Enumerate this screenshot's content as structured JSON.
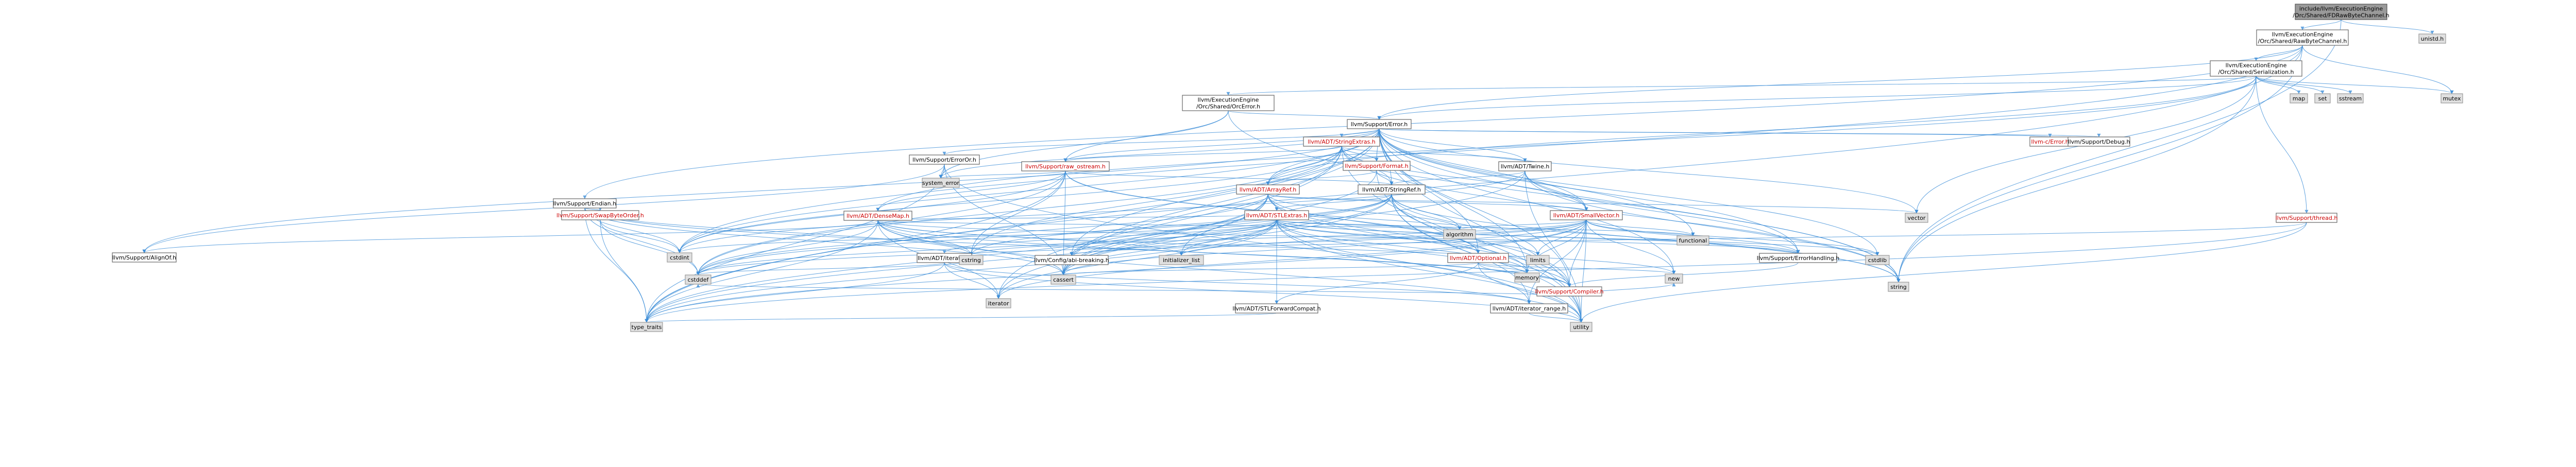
{
  "nodes": [
    {
      "id": "root",
      "lines": [
        "include/llvm/ExecutionEngine",
        "/Orc/Shared/FDRawByteChannel.h"
      ],
      "kind": "root"
    },
    {
      "id": "rbc",
      "lines": [
        "llvm/ExecutionEngine",
        "/Orc/Shared/RawByteChannel.h"
      ],
      "kind": "hdr"
    },
    {
      "id": "unistd",
      "lines": [
        "unistd.h"
      ],
      "kind": "std"
    },
    {
      "id": "ser",
      "lines": [
        "llvm/ExecutionEngine",
        "/Orc/Shared/Serialization.h"
      ],
      "kind": "hdr"
    },
    {
      "id": "orcerr",
      "lines": [
        "llvm/ExecutionEngine",
        "/Orc/Shared/OrcError.h"
      ],
      "kind": "hdr"
    },
    {
      "id": "map",
      "lines": [
        "map"
      ],
      "kind": "std"
    },
    {
      "id": "set",
      "lines": [
        "set"
      ],
      "kind": "std"
    },
    {
      "id": "sstream",
      "lines": [
        "sstream"
      ],
      "kind": "std"
    },
    {
      "id": "mutex",
      "lines": [
        "mutex"
      ],
      "kind": "std"
    },
    {
      "id": "error",
      "lines": [
        "llvm/Support/Error.h"
      ],
      "kind": "hdr"
    },
    {
      "id": "stringextras",
      "lines": [
        "llvm/ADT/StringExtras.h"
      ],
      "kind": "hdr red"
    },
    {
      "id": "cerror",
      "lines": [
        "llvm-c/Error.h"
      ],
      "kind": "hdr red"
    },
    {
      "id": "debug",
      "lines": [
        "llvm/Support/Debug.h"
      ],
      "kind": "hdr"
    },
    {
      "id": "erroror",
      "lines": [
        "llvm/Support/ErrorOr.h"
      ],
      "kind": "hdr"
    },
    {
      "id": "rawostream",
      "lines": [
        "llvm/Support/raw_ostream.h"
      ],
      "kind": "hdr red"
    },
    {
      "id": "format",
      "lines": [
        "llvm/Support/Format.h"
      ],
      "kind": "hdr red"
    },
    {
      "id": "twine",
      "lines": [
        "llvm/ADT/Twine.h"
      ],
      "kind": "hdr"
    },
    {
      "id": "endian",
      "lines": [
        "llvm/Support/Endian.h"
      ],
      "kind": "hdr"
    },
    {
      "id": "sysvariant",
      "lines": [
        "system_error"
      ],
      "kind": "std"
    },
    {
      "id": "arrayref",
      "lines": [
        "llvm/ADT/ArrayRef.h"
      ],
      "kind": "hdr red"
    },
    {
      "id": "stringref",
      "lines": [
        "llvm/ADT/StringRef.h"
      ],
      "kind": "hdr"
    },
    {
      "id": "smallvector",
      "lines": [
        "llvm/ADT/SmallVector.h"
      ],
      "kind": "hdr red"
    },
    {
      "id": "threadh",
      "lines": [
        "llvm/Support/thread.h"
      ],
      "kind": "hdr red"
    },
    {
      "id": "vector",
      "lines": [
        "vector"
      ],
      "kind": "std"
    },
    {
      "id": "swapbyte",
      "lines": [
        "llvm/Support/SwapByteOrder.h"
      ],
      "kind": "hdr red"
    },
    {
      "id": "densemap",
      "lines": [
        "llvm/ADT/DenseMap.h"
      ],
      "kind": "hdr red"
    },
    {
      "id": "stlextras",
      "lines": [
        "llvm/ADT/STLExtras.h"
      ],
      "kind": "hdr red"
    },
    {
      "id": "alignof",
      "lines": [
        "llvm/Support/AlignOf.h"
      ],
      "kind": "hdr"
    },
    {
      "id": "iteratorh",
      "lines": [
        "llvm/ADT/iterator.h"
      ],
      "kind": "hdr"
    },
    {
      "id": "optional",
      "lines": [
        "llvm/ADT/Optional.h"
      ],
      "kind": "hdr red"
    },
    {
      "id": "errhandling",
      "lines": [
        "llvm/Support/ErrorHandling.h"
      ],
      "kind": "hdr"
    },
    {
      "id": "cstdint",
      "lines": [
        "cstdint"
      ],
      "kind": "std"
    },
    {
      "id": "cstring",
      "lines": [
        "cstring"
      ],
      "kind": "std"
    },
    {
      "id": "cfgbrk",
      "lines": [
        "llvm/Config/abi-breaking.h"
      ],
      "kind": "hdr"
    },
    {
      "id": "initlist",
      "lines": [
        "initializer_list"
      ],
      "kind": "std"
    },
    {
      "id": "algorithm",
      "lines": [
        "algorithm"
      ],
      "kind": "std"
    },
    {
      "id": "limits",
      "lines": [
        "limits"
      ],
      "kind": "std"
    },
    {
      "id": "functional",
      "lines": [
        "functional"
      ],
      "kind": "std"
    },
    {
      "id": "cstdlib",
      "lines": [
        "cstdlib"
      ],
      "kind": "std"
    },
    {
      "id": "stlfwd",
      "lines": [
        "llvm/ADT/STLForwardCompat.h"
      ],
      "kind": "hdr"
    },
    {
      "id": "iterrange",
      "lines": [
        "llvm/ADT/iterator_range.h"
      ],
      "kind": "hdr"
    },
    {
      "id": "compiler",
      "lines": [
        "llvm/Support/Compiler.h"
      ],
      "kind": "hdr red"
    },
    {
      "id": "memory",
      "lines": [
        "memory"
      ],
      "kind": "std"
    },
    {
      "id": "new",
      "lines": [
        "new"
      ],
      "kind": "std"
    },
    {
      "id": "string",
      "lines": [
        "string"
      ],
      "kind": "std"
    },
    {
      "id": "cstddef",
      "lines": [
        "cstddef"
      ],
      "kind": "std"
    },
    {
      "id": "cassert",
      "lines": [
        "cassert"
      ],
      "kind": "std"
    },
    {
      "id": "iterator",
      "lines": [
        "iterator"
      ],
      "kind": "std"
    },
    {
      "id": "typetraits",
      "lines": [
        "type_traits"
      ],
      "kind": "std"
    },
    {
      "id": "utility",
      "lines": [
        "utility"
      ],
      "kind": "std"
    }
  ],
  "edges": [
    [
      "root",
      "rbc"
    ],
    [
      "root",
      "unistd"
    ],
    [
      "root",
      "string"
    ],
    [
      "rbc",
      "ser"
    ],
    [
      "rbc",
      "error"
    ],
    [
      "rbc",
      "endian"
    ],
    [
      "rbc",
      "cstdint"
    ],
    [
      "rbc",
      "mutex"
    ],
    [
      "rbc",
      "string"
    ],
    [
      "rbc",
      "typetraits"
    ],
    [
      "ser",
      "orcerr"
    ],
    [
      "ser",
      "map"
    ],
    [
      "ser",
      "set"
    ],
    [
      "ser",
      "sstream"
    ],
    [
      "ser",
      "mutex"
    ],
    [
      "ser",
      "vector"
    ],
    [
      "ser",
      "threadh"
    ],
    [
      "ser",
      "arrayref"
    ],
    [
      "ser",
      "error"
    ],
    [
      "ser",
      "string"
    ],
    [
      "ser",
      "densemap"
    ],
    [
      "orcerr",
      "error"
    ],
    [
      "orcerr",
      "rawostream"
    ],
    [
      "orcerr",
      "string"
    ],
    [
      "orcerr",
      "sysvariant"
    ],
    [
      "error",
      "stringextras"
    ],
    [
      "error",
      "cerror"
    ],
    [
      "error",
      "debug"
    ],
    [
      "error",
      "erroror"
    ],
    [
      "error",
      "rawostream"
    ],
    [
      "error",
      "format"
    ],
    [
      "error",
      "twine"
    ],
    [
      "error",
      "stringref"
    ],
    [
      "error",
      "smallvector"
    ],
    [
      "error",
      "errhandling"
    ],
    [
      "error",
      "alignof"
    ],
    [
      "error",
      "compiler"
    ],
    [
      "error",
      "cassert"
    ],
    [
      "error",
      "cstdint"
    ],
    [
      "error",
      "cstdlib"
    ],
    [
      "error",
      "functional"
    ],
    [
      "error",
      "memory"
    ],
    [
      "error",
      "new"
    ],
    [
      "error",
      "string"
    ],
    [
      "error",
      "sysvariant"
    ],
    [
      "error",
      "typetraits"
    ],
    [
      "error",
      "utility"
    ],
    [
      "error",
      "vector"
    ],
    [
      "error",
      "cfgbrk"
    ],
    [
      "error",
      "arrayref"
    ],
    [
      "error",
      "optional"
    ],
    [
      "stringextras",
      "arrayref"
    ],
    [
      "stringextras",
      "smallvector"
    ],
    [
      "stringextras",
      "stringref"
    ],
    [
      "stringextras",
      "twine"
    ],
    [
      "stringextras",
      "iterator"
    ],
    [
      "stringextras",
      "string"
    ],
    [
      "stringextras",
      "utility"
    ],
    [
      "stringextras",
      "cstdint"
    ],
    [
      "stringextras",
      "cstddef"
    ],
    [
      "stringextras",
      "cassert"
    ],
    [
      "stringextras",
      "cstring"
    ],
    [
      "stringextras",
      "format"
    ],
    [
      "stringextras",
      "rawostream"
    ],
    [
      "erroror",
      "alignof"
    ],
    [
      "erroror",
      "cassert"
    ],
    [
      "erroror",
      "sysvariant"
    ],
    [
      "erroror",
      "typetraits"
    ],
    [
      "erroror",
      "utility"
    ],
    [
      "rawostream",
      "stringref"
    ],
    [
      "rawostream",
      "cassert"
    ],
    [
      "rawostream",
      "cstddef"
    ],
    [
      "rawostream",
      "cstdint"
    ],
    [
      "rawostream",
      "cstring"
    ],
    [
      "rawostream",
      "string"
    ],
    [
      "rawostream",
      "sysvariant"
    ],
    [
      "rawostream",
      "typetraits"
    ],
    [
      "rawostream",
      "optional"
    ],
    [
      "rawostream",
      "densemap"
    ],
    [
      "format",
      "arrayref"
    ],
    [
      "format",
      "stringref"
    ],
    [
      "format",
      "cassert"
    ],
    [
      "format",
      "cstdio"
    ],
    [
      "format",
      "tuple"
    ],
    [
      "format",
      "utility"
    ],
    [
      "twine",
      "smallvector"
    ],
    [
      "twine",
      "stringref"
    ],
    [
      "twine",
      "errhandling"
    ],
    [
      "twine",
      "cassert"
    ],
    [
      "twine",
      "cstdint"
    ],
    [
      "twine",
      "string"
    ],
    [
      "twine",
      "utility"
    ],
    [
      "endian",
      "swapbyte"
    ],
    [
      "endian",
      "cassert"
    ],
    [
      "endian",
      "cstddef"
    ],
    [
      "endian",
      "cstdint"
    ],
    [
      "endian",
      "cstring"
    ],
    [
      "endian",
      "typetraits"
    ],
    [
      "endian",
      "compiler"
    ],
    [
      "swapbyte",
      "cstdint"
    ],
    [
      "swapbyte",
      "typetraits"
    ],
    [
      "swapbyte",
      "cstddef"
    ],
    [
      "arrayref",
      "stlextras"
    ],
    [
      "arrayref",
      "smallvector"
    ],
    [
      "arrayref",
      "optional"
    ],
    [
      "arrayref",
      "compiler"
    ],
    [
      "arrayref",
      "algorithm"
    ],
    [
      "arrayref",
      "array"
    ],
    [
      "arrayref",
      "cassert"
    ],
    [
      "arrayref",
      "cstddef"
    ],
    [
      "arrayref",
      "initlist"
    ],
    [
      "arrayref",
      "iterator"
    ],
    [
      "arrayref",
      "memory"
    ],
    [
      "arrayref",
      "typetraits"
    ],
    [
      "arrayref",
      "vector"
    ],
    [
      "stringref",
      "stlextras"
    ],
    [
      "stringref",
      "iterrange"
    ],
    [
      "stringref",
      "compiler"
    ],
    [
      "stringref",
      "algorithm"
    ],
    [
      "stringref",
      "cassert"
    ],
    [
      "stringref",
      "cstddef"
    ],
    [
      "stringref",
      "cstring"
    ],
    [
      "stringref",
      "limits"
    ],
    [
      "stringref",
      "string"
    ],
    [
      "stringref",
      "typetraits"
    ],
    [
      "stringref",
      "utility"
    ],
    [
      "stringref",
      "cfgbrk"
    ],
    [
      "smallvector",
      "compiler"
    ],
    [
      "smallvector",
      "errhandling"
    ],
    [
      "smallvector",
      "algorithm"
    ],
    [
      "smallvector",
      "cassert"
    ],
    [
      "smallvector",
      "cstddef"
    ],
    [
      "smallvector",
      "cstdlib"
    ],
    [
      "smallvector",
      "cstring"
    ],
    [
      "smallvector",
      "functional"
    ],
    [
      "smallvector",
      "initlist"
    ],
    [
      "smallvector",
      "iterator"
    ],
    [
      "smallvector",
      "limits"
    ],
    [
      "smallvector",
      "memory"
    ],
    [
      "smallvector",
      "new"
    ],
    [
      "smallvector",
      "typetraits"
    ],
    [
      "smallvector",
      "utility"
    ],
    [
      "smallvector",
      "iterrange"
    ],
    [
      "threadh",
      "cfgbrk"
    ],
    [
      "threadh",
      "utility"
    ],
    [
      "threadh",
      "typetraits"
    ],
    [
      "densemap",
      "stlextras"
    ],
    [
      "densemap",
      "alignof"
    ],
    [
      "densemap",
      "compiler"
    ],
    [
      "densemap",
      "algorithm"
    ],
    [
      "densemap",
      "cassert"
    ],
    [
      "densemap",
      "cstddef"
    ],
    [
      "densemap",
      "cstring"
    ],
    [
      "densemap",
      "initlist"
    ],
    [
      "densemap",
      "iterator"
    ],
    [
      "densemap",
      "new"
    ],
    [
      "densemap",
      "typetraits"
    ],
    [
      "densemap",
      "utility"
    ],
    [
      "densemap",
      "errhandling"
    ],
    [
      "stlextras",
      "optional"
    ],
    [
      "stlextras",
      "stlfwd"
    ],
    [
      "stlextras",
      "iterrange"
    ],
    [
      "stlextras",
      "iteratorh"
    ],
    [
      "stlextras",
      "errhandling"
    ],
    [
      "stlextras",
      "algorithm"
    ],
    [
      "stlextras",
      "cassert"
    ],
    [
      "stlextras",
      "cstddef"
    ],
    [
      "stlextras",
      "cstdint"
    ],
    [
      "stlextras",
      "cstdlib"
    ],
    [
      "stlextras",
      "functional"
    ],
    [
      "stlextras",
      "initlist"
    ],
    [
      "stlextras",
      "iterator"
    ],
    [
      "stlextras",
      "limits"
    ],
    [
      "stlextras",
      "memory"
    ],
    [
      "stlextras",
      "typetraits"
    ],
    [
      "stlextras",
      "utility"
    ],
    [
      "stlextras",
      "cfgbrk"
    ],
    [
      "stlextras",
      "compiler"
    ],
    [
      "iteratorh",
      "iterrange"
    ],
    [
      "iteratorh",
      "cstddef"
    ],
    [
      "iteratorh",
      "iterator"
    ],
    [
      "iteratorh",
      "typetraits"
    ],
    [
      "iteratorh",
      "utility"
    ],
    [
      "optional",
      "stlfwd"
    ],
    [
      "optional",
      "compiler"
    ],
    [
      "optional",
      "cassert"
    ],
    [
      "optional",
      "memory"
    ],
    [
      "optional",
      "new"
    ],
    [
      "optional",
      "utility"
    ],
    [
      "stlfwd",
      "typetraits"
    ],
    [
      "iterrange",
      "utility"
    ],
    [
      "errhandling",
      "compiler"
    ],
    [
      "compiler",
      "new"
    ],
    [
      "compiler",
      "cstddef"
    ]
  ]
}
